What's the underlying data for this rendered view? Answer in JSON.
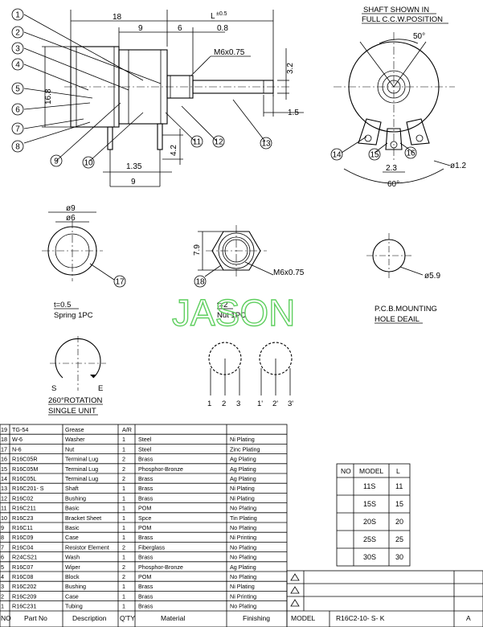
{
  "watermark": "JASON",
  "top_view": {
    "dims": {
      "d18": "18",
      "l": "L",
      "l_tol": "±0.5",
      "d9": "9",
      "d6": "6",
      "d08": "0.8",
      "thread": "M6x0.75",
      "d32": "3.2",
      "d15": "1.5",
      "d168": "16.8",
      "d42": "4.2",
      "d135": "1.35",
      "d9b": "9"
    },
    "balloons": [
      "1",
      "2",
      "3",
      "4",
      "5",
      "6",
      "7",
      "8",
      "9",
      "10",
      "11",
      "12",
      "13"
    ]
  },
  "front_view": {
    "caption1": "SHAFT SHOWN IN",
    "caption2": "FULL C.C.W.POSITION",
    "angle": "50°",
    "pin_dia": "ø1.2",
    "pitch": "2.3",
    "angle_bottom": "60°",
    "balloons": [
      "14",
      "15",
      "16"
    ]
  },
  "spring": {
    "d9": "ø9",
    "d6": "ø6",
    "balloon": "17",
    "t": "t=0.5",
    "name": "Spring 1PC"
  },
  "nut": {
    "d79": "7.9",
    "thread": "M6x0.75",
    "balloon": "18",
    "t": "t=2",
    "name": "Nut 1PC"
  },
  "pcb": {
    "dia": "ø5.9",
    "caption1": "P.C.B.MOUNTING",
    "caption2": "HOLE DEAIL"
  },
  "rotation": {
    "s": "S",
    "e": "E",
    "caption1": "260°ROTATION",
    "caption2": "SINGLE UNIT"
  },
  "terminals": {
    "left": [
      "1",
      "2",
      "3"
    ],
    "right": [
      "1'",
      "2'",
      "3'"
    ]
  },
  "parts_table": {
    "headers": [
      "NO",
      "Part No",
      "Description",
      "Q'TY",
      "Material",
      "Finishing"
    ],
    "rows": [
      [
        "19",
        "TG-54",
        "Grease",
        "A/R",
        "",
        ""
      ],
      [
        "18",
        "W-6",
        "Washer",
        "1",
        "Steel",
        "Ni Plating"
      ],
      [
        "17",
        "N-6",
        "Nut",
        "1",
        "Steel",
        "Zinc Plating"
      ],
      [
        "16",
        "R16C05R",
        "Terminal Lug",
        "2",
        "Brass",
        "Ag Plating"
      ],
      [
        "15",
        "R16C05M",
        "Terminal Lug",
        "2",
        "Phosphor-Bronze",
        "Ag Plating"
      ],
      [
        "14",
        "R16C05L",
        "Terminal Lug",
        "2",
        "Brass",
        "Ag Plating"
      ],
      [
        "13",
        "R16C201- S",
        "Shaft",
        "1",
        "Brass",
        "Ni Plating"
      ],
      [
        "12",
        "R16C02",
        "Bushing",
        "1",
        "Brass",
        "Ni Plating"
      ],
      [
        "11",
        "R16C211",
        "Basic",
        "1",
        "POM",
        "No Plating"
      ],
      [
        "10",
        "R16C23",
        "Bracket  Sheet",
        "1",
        "Spce",
        "Tin Plating"
      ],
      [
        "9",
        "R16C11",
        "Basic",
        "1",
        "POM",
        "No Plating"
      ],
      [
        "8",
        "R16C09",
        "Case",
        "1",
        "Brass",
        "Ni Printing"
      ],
      [
        "7",
        "R16C04",
        "Resistor Element",
        "2",
        "Fiberglass",
        "No Plating"
      ],
      [
        "6",
        "R24CS21",
        "Wash",
        "1",
        "Brass",
        "No Plating"
      ],
      [
        "5",
        "R16C07",
        "Wiper",
        "2",
        "Phosphor-Bronze",
        "Ag Plating"
      ],
      [
        "4",
        "R16C08",
        "Block",
        "2",
        "POM",
        "No Plating"
      ],
      [
        "3",
        "R16C202",
        "Bushing",
        "1",
        "Brass",
        "Ni Plating"
      ],
      [
        "2",
        "R16C209",
        "Case",
        "1",
        "Brass",
        "Ni Printing"
      ],
      [
        "1",
        "R16C231",
        "Tubing",
        "1",
        "Brass",
        "No Plating"
      ]
    ]
  },
  "model_table": {
    "headers": [
      "NO",
      "MODEL",
      "L"
    ],
    "rows": [
      [
        "",
        "11S",
        "11"
      ],
      [
        "",
        "15S",
        "15"
      ],
      [
        "",
        "20S",
        "20"
      ],
      [
        "",
        "25S",
        "25"
      ],
      [
        "",
        "30S",
        "30"
      ]
    ]
  },
  "title_block": {
    "model_label": "MODEL",
    "model_value": "R16C2-10- S-     K",
    "rev": "A"
  }
}
